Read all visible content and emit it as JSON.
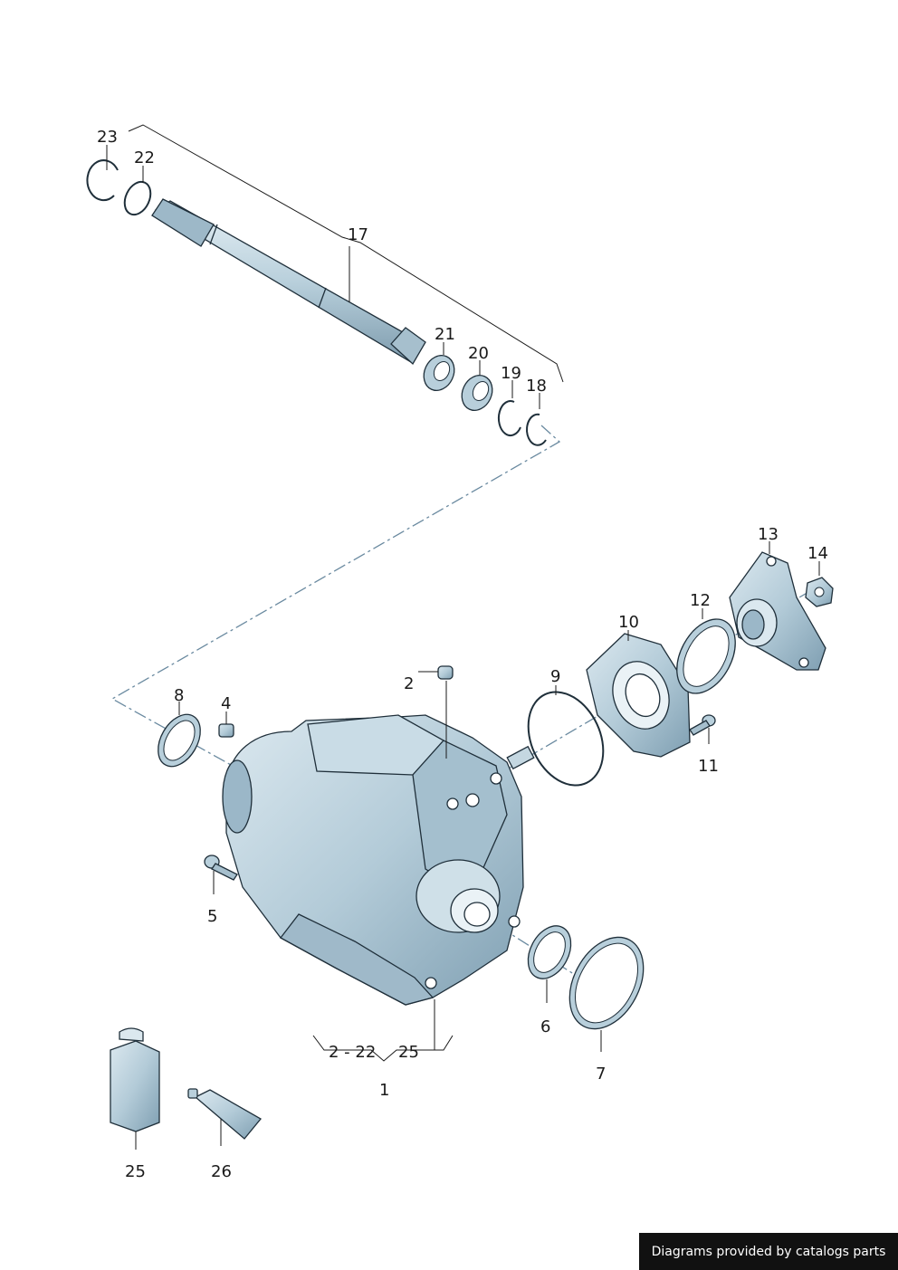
{
  "callouts": {
    "c1": "1",
    "c2": "2",
    "c4": "4",
    "c5": "5",
    "c6": "6",
    "c7": "7",
    "c8": "8",
    "c9": "9",
    "c10": "10",
    "c11": "11",
    "c12": "12",
    "c13": "13",
    "c14": "14",
    "c17": "17",
    "c18": "18",
    "c19": "19",
    "c20": "20",
    "c21": "21",
    "c22": "22",
    "c23": "23",
    "c25": "25",
    "c26": "26",
    "range_start": "2 - 22",
    "range_end": "25"
  },
  "credit": "Diagrams provided by catalogs parts",
  "colors": {
    "part_fill": "#b8cfdb",
    "part_shade": "#8fb0c2",
    "outline": "#1f2f3a",
    "credit_bg": "#111111"
  }
}
